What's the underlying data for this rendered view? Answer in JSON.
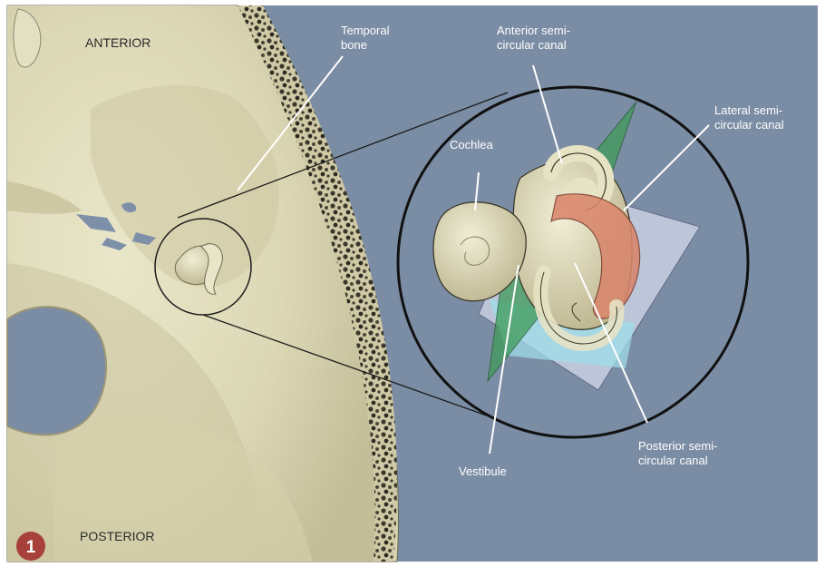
{
  "figure": {
    "number": "1",
    "orientation": {
      "top": "ANTERIOR",
      "bottom": "POSTERIOR"
    },
    "labels": {
      "temporal_bone": [
        "Temporal",
        "bone"
      ],
      "anterior_canal": [
        "Anterior semi-",
        "circular canal"
      ],
      "lateral_canal": [
        "Lateral semi-",
        "circular canal"
      ],
      "cochlea": [
        "Cochlea"
      ],
      "vestibule": [
        "Vestibule"
      ],
      "posterior_canal": [
        "Posterior semi-",
        "circular canal"
      ]
    },
    "colors": {
      "background": "#7b8da4",
      "bone": "#ddd9b8",
      "marrow": "#2e2c22",
      "anterior_plane": "#3f9a58",
      "lateral_plane": "#d9866c",
      "posterior_plane": "#c9cfe3",
      "horizontal_plane": "#9fdce8",
      "badge": "#a7403b"
    }
  }
}
